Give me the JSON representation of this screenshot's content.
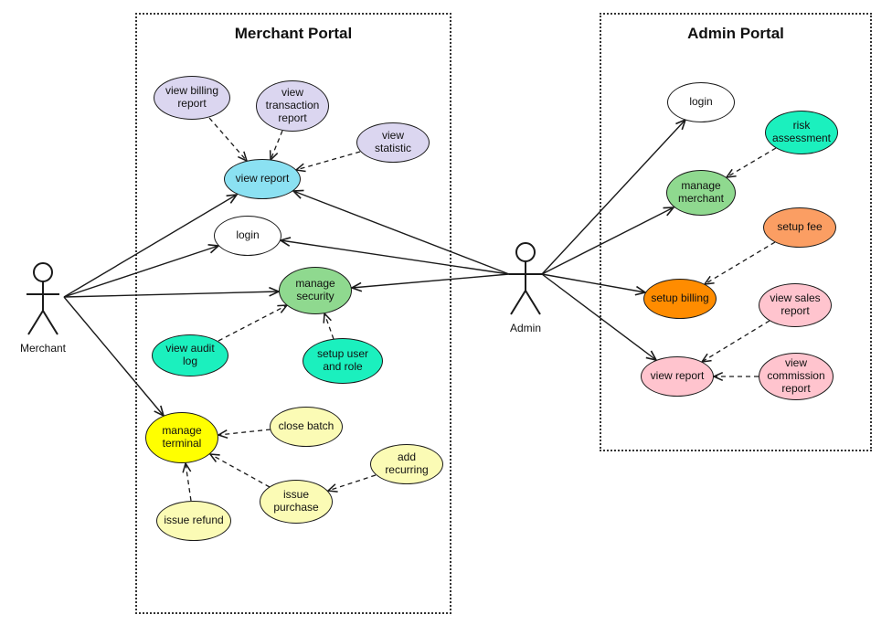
{
  "palette": {
    "lavender": "#DBD6F0",
    "sky_blue": "#8BE1F2",
    "white": "#FFFFFF",
    "green": "#8FD98F",
    "aqua": "#1BF0BE",
    "yellow": "#FFFF00",
    "light_yellow": "#FBFBB5",
    "salmon": "#FB9E63",
    "orange": "#FF8C00",
    "pink": "#FFC4CE",
    "line": "#1A1A1A"
  },
  "boundaries": {
    "merchant_portal": {
      "title": "Merchant Portal"
    },
    "admin_portal": {
      "title": "Admin Portal"
    }
  },
  "actors": {
    "merchant": {
      "label": "Merchant"
    },
    "admin": {
      "label": "Admin"
    }
  },
  "use_cases": {
    "view_billing_report": {
      "label": "view billing report",
      "color": "lavender",
      "boundary": "merchant_portal"
    },
    "view_transaction_report": {
      "label": "view transaction report",
      "color": "lavender",
      "boundary": "merchant_portal"
    },
    "view_statistic": {
      "label": "view statistic",
      "color": "lavender",
      "boundary": "merchant_portal"
    },
    "view_report": {
      "label": "view report",
      "color": "sky_blue",
      "boundary": "merchant_portal"
    },
    "login_merchant": {
      "label": "login",
      "color": "white",
      "boundary": "merchant_portal"
    },
    "manage_security": {
      "label": "manage security",
      "color": "green",
      "boundary": "merchant_portal"
    },
    "view_audit_log": {
      "label": "view audit log",
      "color": "aqua",
      "boundary": "merchant_portal"
    },
    "setup_user_and_role": {
      "label": "setup user and role",
      "color": "aqua",
      "boundary": "merchant_portal"
    },
    "manage_terminal": {
      "label": "manage terminal",
      "color": "yellow",
      "boundary": "merchant_portal"
    },
    "close_batch": {
      "label": "close batch",
      "color": "light_yellow",
      "boundary": "merchant_portal"
    },
    "add_recurring": {
      "label": "add recurring",
      "color": "light_yellow",
      "boundary": "merchant_portal"
    },
    "issue_purchase": {
      "label": "issue purchase",
      "color": "light_yellow",
      "boundary": "merchant_portal"
    },
    "issue_refund": {
      "label": "issue refund",
      "color": "light_yellow",
      "boundary": "merchant_portal"
    },
    "login_admin": {
      "label": "login",
      "color": "white",
      "boundary": "admin_portal"
    },
    "risk_assessment": {
      "label": "risk assessment",
      "color": "aqua",
      "boundary": "admin_portal"
    },
    "manage_merchant": {
      "label": "manage merchant",
      "color": "green",
      "boundary": "admin_portal"
    },
    "setup_fee": {
      "label": "setup fee",
      "color": "salmon",
      "boundary": "admin_portal"
    },
    "setup_billing": {
      "label": "setup billing",
      "color": "orange",
      "boundary": "admin_portal"
    },
    "view_sales_report": {
      "label": "view sales report",
      "color": "pink",
      "boundary": "admin_portal"
    },
    "view_report_admin": {
      "label": "view report",
      "color": "pink",
      "boundary": "admin_portal"
    },
    "view_commission_report": {
      "label": "view commission report",
      "color": "pink",
      "boundary": "admin_portal"
    }
  },
  "relationships": {
    "associations": [
      {
        "from": "merchant",
        "to": "view_report"
      },
      {
        "from": "merchant",
        "to": "login_merchant"
      },
      {
        "from": "merchant",
        "to": "manage_security"
      },
      {
        "from": "merchant",
        "to": "manage_terminal"
      },
      {
        "from": "admin",
        "to": "view_report"
      },
      {
        "from": "admin",
        "to": "login_merchant"
      },
      {
        "from": "admin",
        "to": "manage_security"
      },
      {
        "from": "admin",
        "to": "login_admin"
      },
      {
        "from": "admin",
        "to": "manage_merchant"
      },
      {
        "from": "admin",
        "to": "setup_billing"
      },
      {
        "from": "admin",
        "to": "view_report_admin"
      }
    ],
    "dependencies": [
      {
        "from": "view_billing_report",
        "to": "view_report"
      },
      {
        "from": "view_transaction_report",
        "to": "view_report"
      },
      {
        "from": "view_statistic",
        "to": "view_report"
      },
      {
        "from": "view_audit_log",
        "to": "manage_security"
      },
      {
        "from": "setup_user_and_role",
        "to": "manage_security"
      },
      {
        "from": "close_batch",
        "to": "manage_terminal"
      },
      {
        "from": "issue_purchase",
        "to": "manage_terminal"
      },
      {
        "from": "issue_refund",
        "to": "manage_terminal"
      },
      {
        "from": "add_recurring",
        "to": "issue_purchase"
      },
      {
        "from": "risk_assessment",
        "to": "manage_merchant"
      },
      {
        "from": "setup_fee",
        "to": "setup_billing"
      },
      {
        "from": "view_sales_report",
        "to": "view_report_admin"
      },
      {
        "from": "view_commission_report",
        "to": "view_report_admin"
      }
    ]
  }
}
